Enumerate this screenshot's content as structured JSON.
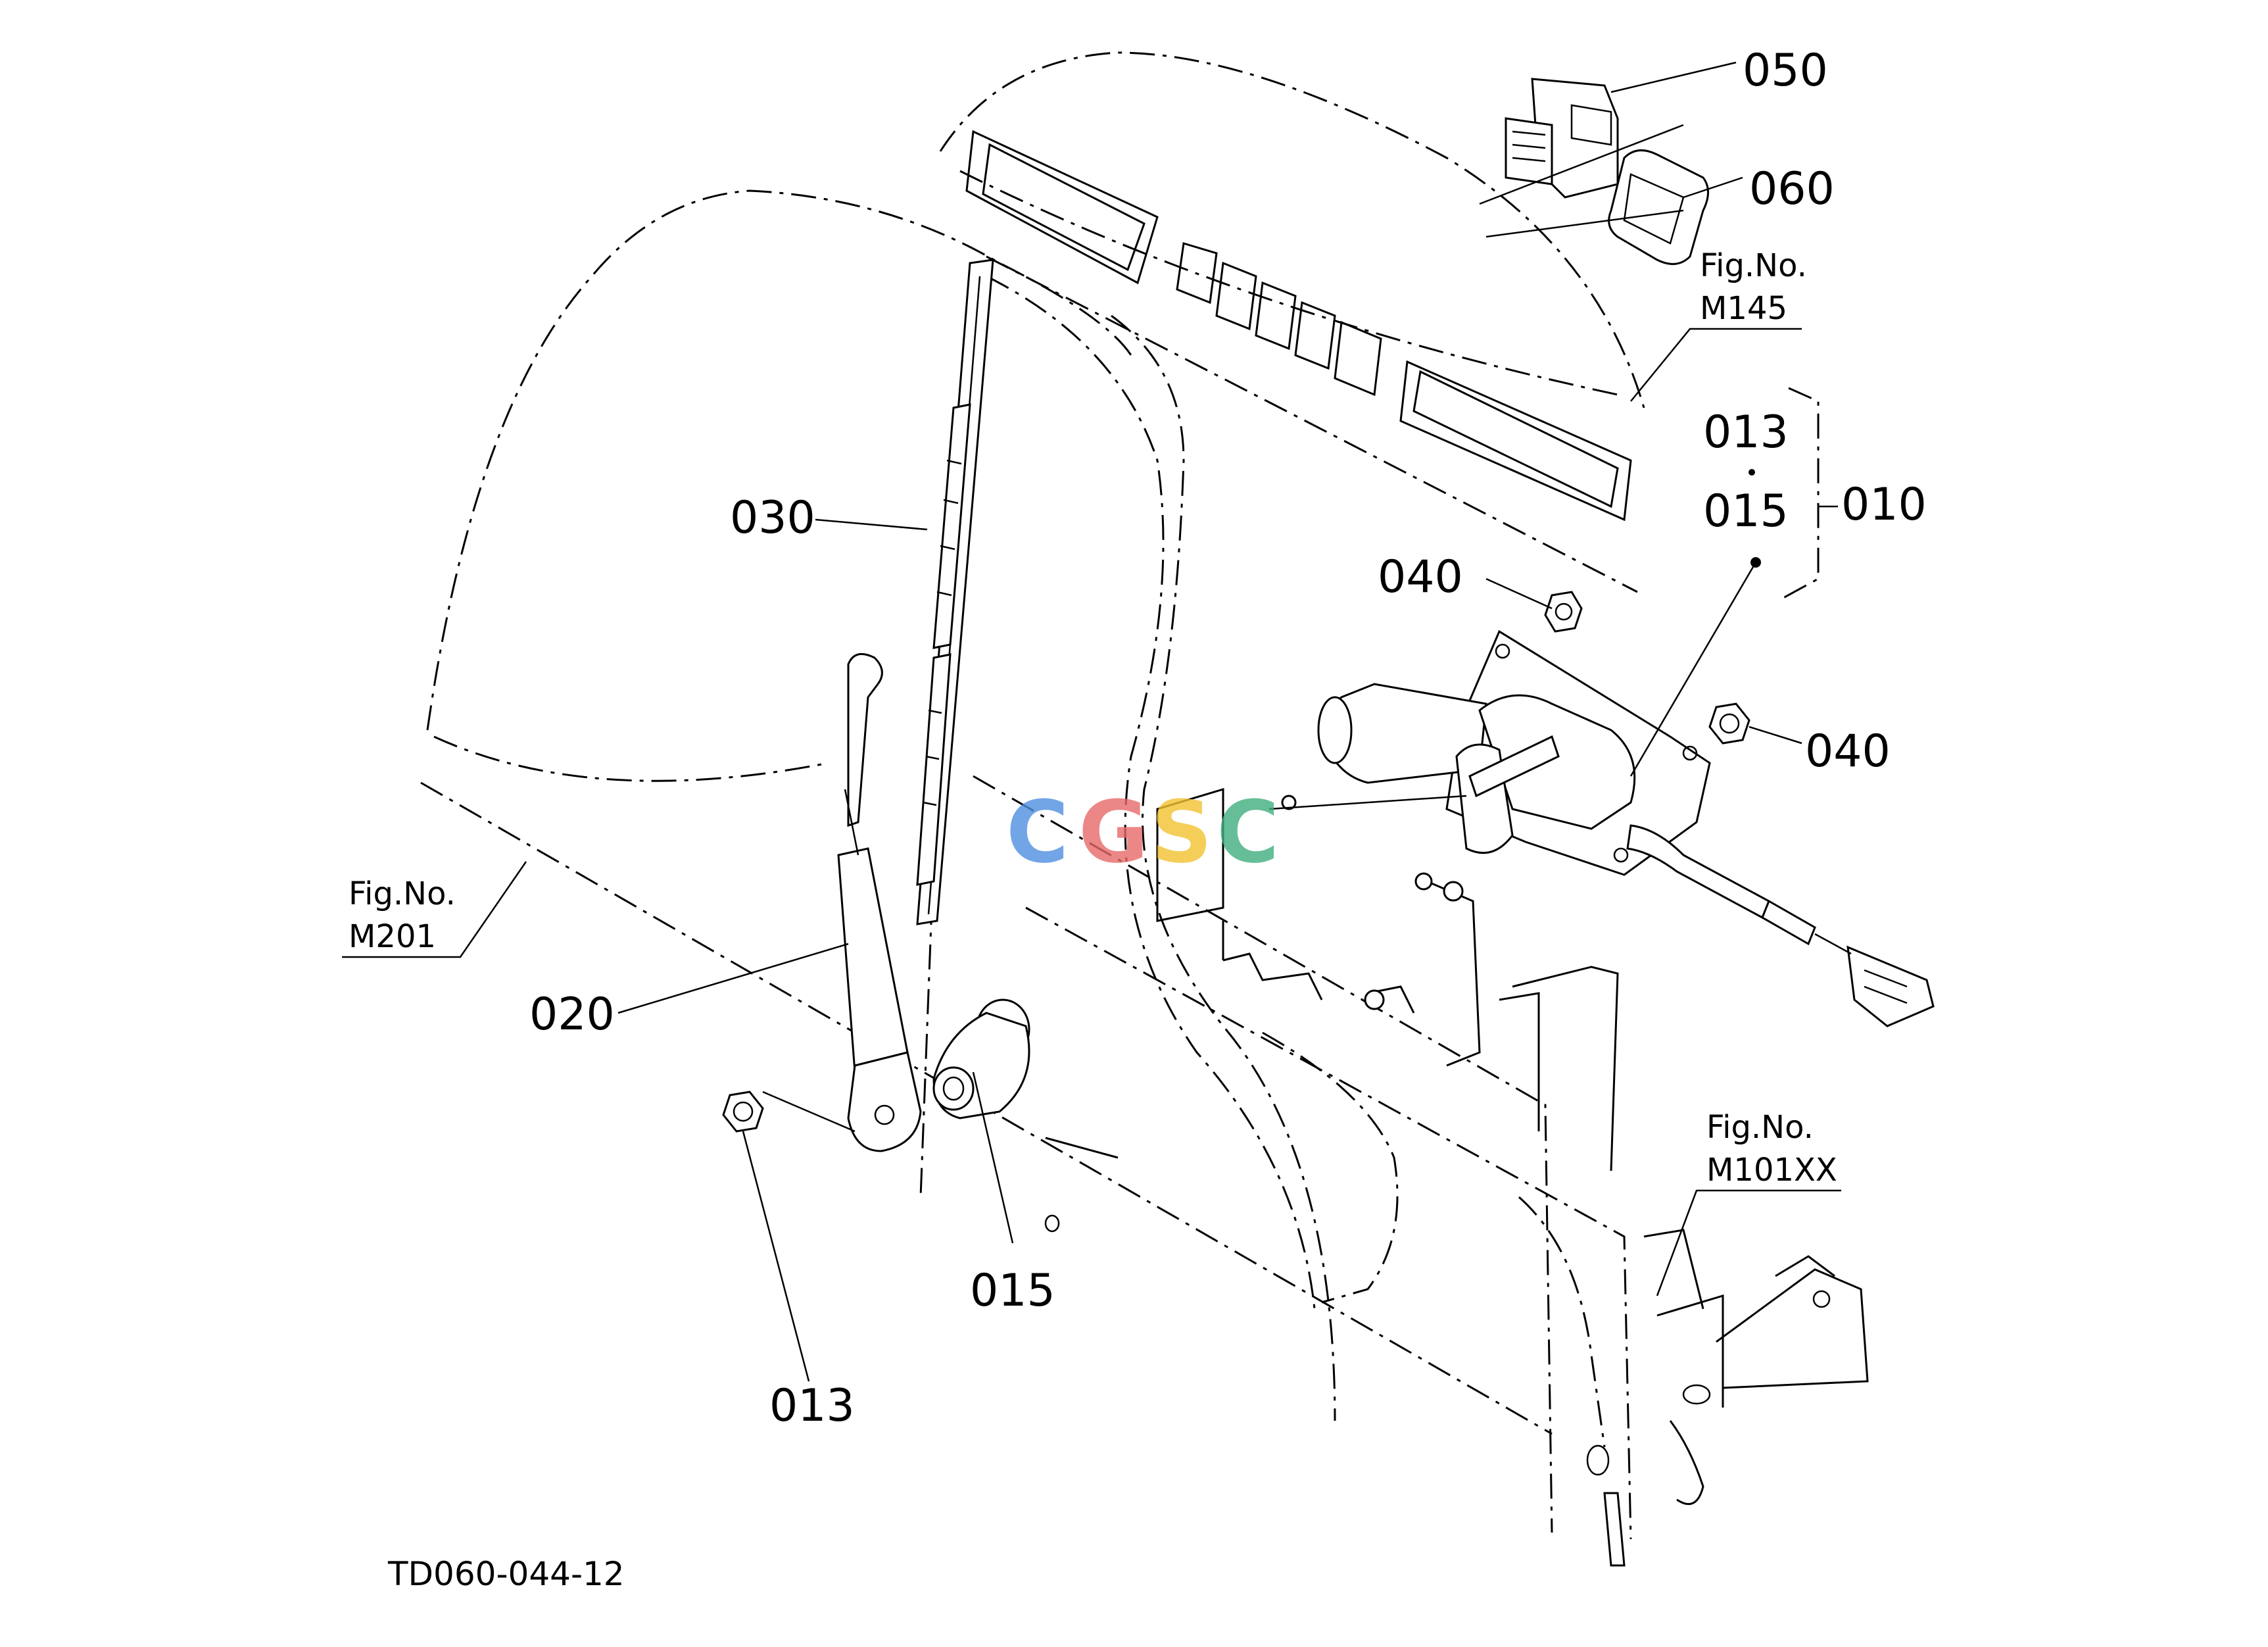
{
  "diagram": {
    "drawing_number": "TD060-044-12",
    "watermark": {
      "letters": [
        "C",
        "G",
        "S",
        "C"
      ],
      "colors": [
        "#4f8fe0",
        "#e86a6a",
        "#f2c230",
        "#3fae7e"
      ]
    },
    "part_labels": {
      "p050": "050",
      "p060": "060",
      "p030": "030",
      "p013_group": "013",
      "p015_group": "015",
      "p010": "010",
      "p040_top": "040",
      "p040_right": "040",
      "p020": "020",
      "p015": "015",
      "p013": "013"
    },
    "figure_refs": {
      "m145": {
        "caption": "Fig.No.",
        "number": "M145"
      },
      "m201": {
        "caption": "Fig.No.",
        "number": "M201"
      },
      "m101xx": {
        "caption": "Fig.No.",
        "number": "M101XX"
      }
    }
  }
}
